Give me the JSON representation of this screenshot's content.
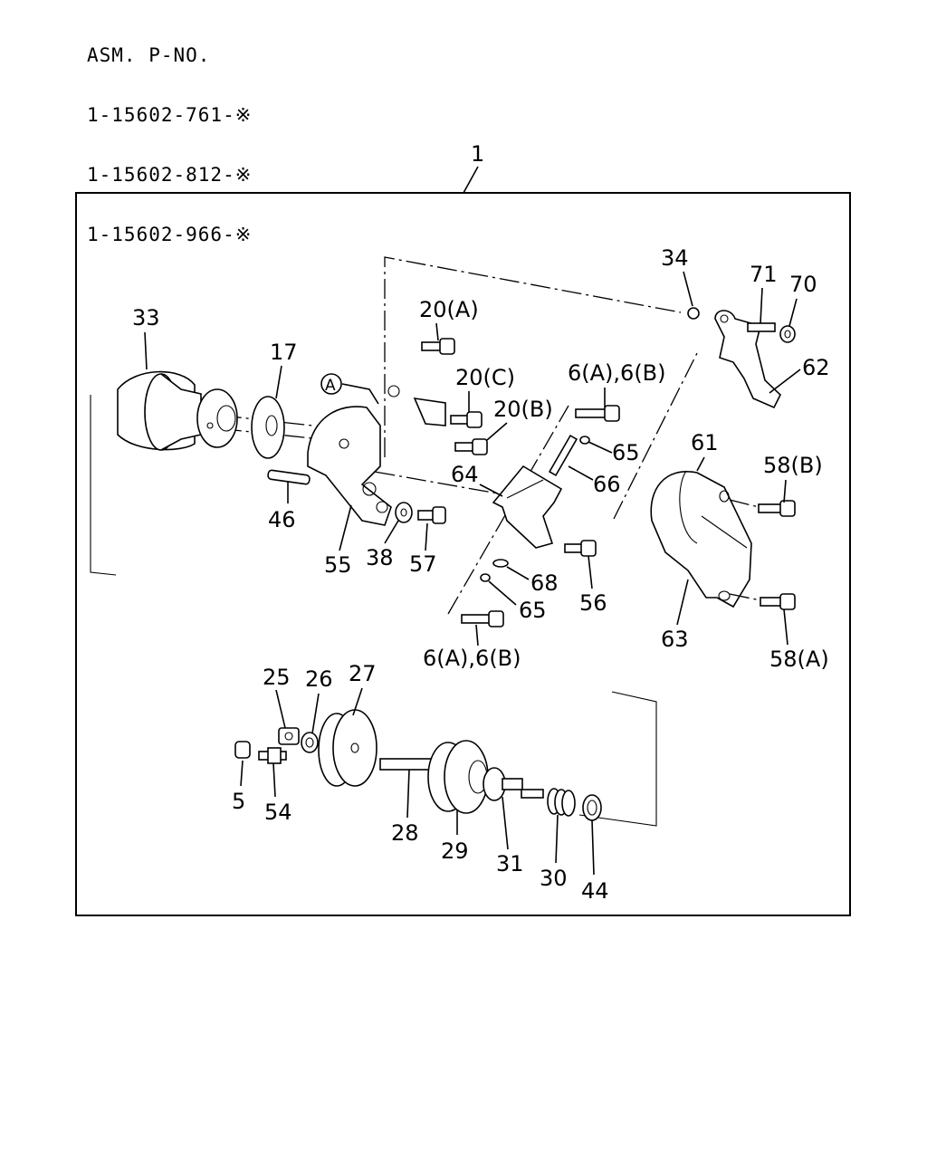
{
  "header": {
    "title": "ASM. P-NO.",
    "part_numbers": [
      "1-15602-761-※",
      "1-15602-812-※",
      "1-15602-966-※"
    ]
  },
  "assembly_callout": "1",
  "ref_marker": "A",
  "callouts": {
    "c33": "33",
    "c17": "17",
    "c46": "46",
    "c55": "55",
    "c38": "38",
    "c57": "57",
    "c20a": "20(A)",
    "c20c": "20(C)",
    "c20b": "20(B)",
    "c6top": "6(A),6(B)",
    "c6bot": "6(A),6(B)",
    "c64": "64",
    "c65a": "65",
    "c65b": "65",
    "c66": "66",
    "c68": "68",
    "c56": "56",
    "c34": "34",
    "c71": "71",
    "c70": "70",
    "c62": "62",
    "c61": "61",
    "c58b": "58(B)",
    "c58a": "58(A)",
    "c63": "63",
    "c25": "25",
    "c26": "26",
    "c27": "27",
    "c5": "5",
    "c54": "54",
    "c28": "28",
    "c29": "29",
    "c31": "31",
    "c30": "30",
    "c44": "44"
  }
}
